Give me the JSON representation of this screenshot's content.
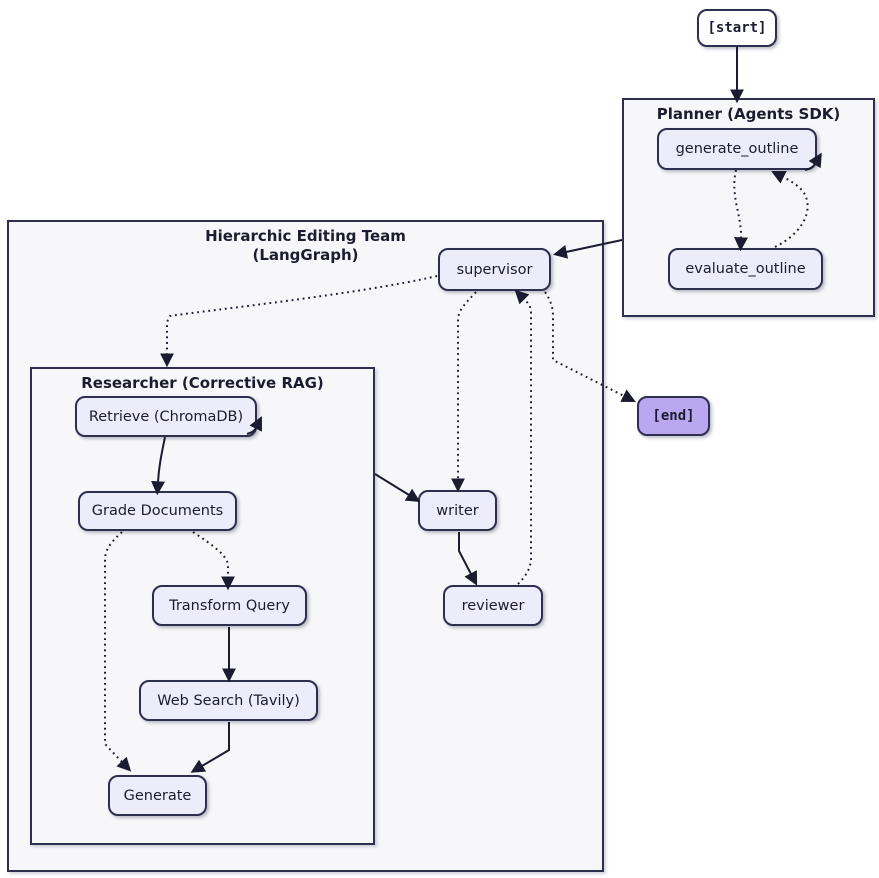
{
  "diagram": {
    "clusters": {
      "planner": {
        "title": "Planner (Agents SDK)"
      },
      "editing_team": {
        "title_line1": "Hierarchic Editing Team",
        "title_line2": "(LangGraph)"
      },
      "researcher": {
        "title": "Researcher (Corrective RAG)"
      }
    },
    "nodes": {
      "start": {
        "label": "[start]"
      },
      "generate_outline": {
        "label": "generate_outline"
      },
      "evaluate_outline": {
        "label": "evaluate_outline"
      },
      "supervisor": {
        "label": "supervisor"
      },
      "writer": {
        "label": "writer"
      },
      "reviewer": {
        "label": "reviewer"
      },
      "end": {
        "label": "[end]"
      },
      "retrieve": {
        "label": "Retrieve (ChromaDB)"
      },
      "grade_documents": {
        "label": "Grade Documents"
      },
      "transform_query": {
        "label": "Transform Query"
      },
      "web_search": {
        "label": "Web Search (Tavily)"
      },
      "generate": {
        "label": "Generate"
      }
    },
    "edges": [
      {
        "from": "start",
        "to": "planner",
        "style": "solid"
      },
      {
        "from": "generate_outline",
        "to": "evaluate_outline",
        "style": "dotted"
      },
      {
        "from": "evaluate_outline",
        "to": "generate_outline",
        "style": "dotted"
      },
      {
        "from": "planner",
        "to": "supervisor",
        "style": "solid"
      },
      {
        "from": "supervisor",
        "to": "researcher",
        "style": "dotted"
      },
      {
        "from": "supervisor",
        "to": "writer",
        "style": "dotted"
      },
      {
        "from": "reviewer",
        "to": "supervisor",
        "style": "dotted"
      },
      {
        "from": "supervisor",
        "to": "end",
        "style": "dotted"
      },
      {
        "from": "researcher",
        "to": "writer",
        "style": "solid"
      },
      {
        "from": "writer",
        "to": "reviewer",
        "style": "solid"
      },
      {
        "from": "retrieve",
        "to": "grade_documents",
        "style": "solid"
      },
      {
        "from": "grade_documents",
        "to": "transform_query",
        "style": "dotted"
      },
      {
        "from": "grade_documents",
        "to": "generate",
        "style": "dotted"
      },
      {
        "from": "transform_query",
        "to": "web_search",
        "style": "solid"
      },
      {
        "from": "web_search",
        "to": "generate",
        "style": "solid"
      }
    ],
    "colors": {
      "node_fill": "#ECECFA",
      "node_border": "#2E2E4E",
      "cluster_fill": "#F7F7FA",
      "cluster_border": "#2E2E4E",
      "start_fill": "#FFFFFF",
      "end_fill": "#B9A7F0",
      "edge": "#1B1B31",
      "text": "#1C1C30"
    }
  }
}
